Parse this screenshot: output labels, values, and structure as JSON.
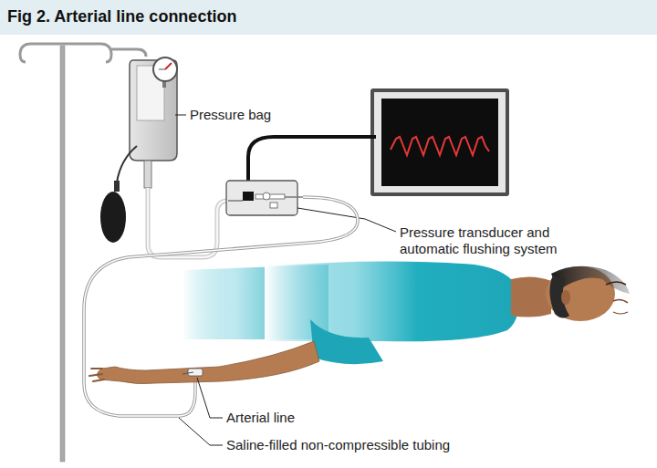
{
  "diagram": {
    "title": "Fig 2. Arterial line connection",
    "labels": [
      "Pressure bag",
      "Pressure transducer and automatic flushing system",
      "Arterial line",
      "Saline-filled non-compressible tubing"
    ]
  }
}
